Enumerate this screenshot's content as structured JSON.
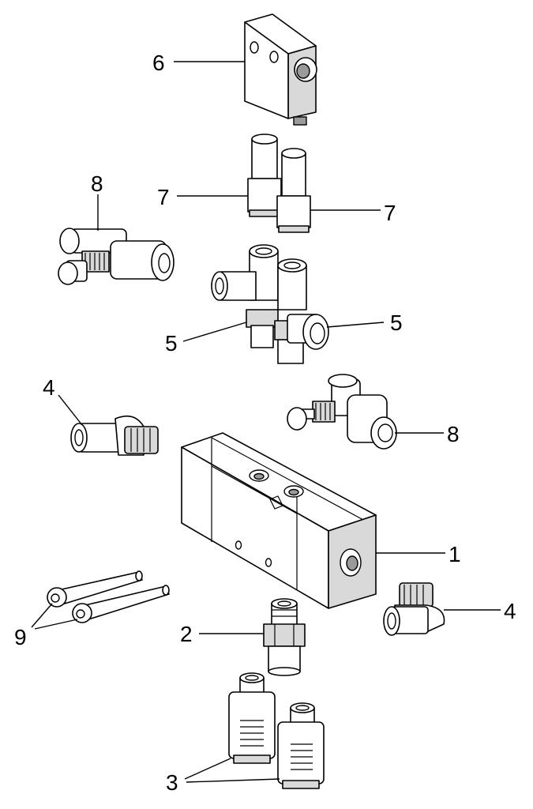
{
  "callouts": {
    "c1": "1",
    "c2": "2",
    "c3": "3",
    "c4_left": "4",
    "c4_right": "4",
    "c5_left": "5",
    "c5_right": "5",
    "c6": "6",
    "c7_left": "7",
    "c7_right": "7",
    "c8_left": "8",
    "c8_right": "8",
    "c9": "9"
  }
}
